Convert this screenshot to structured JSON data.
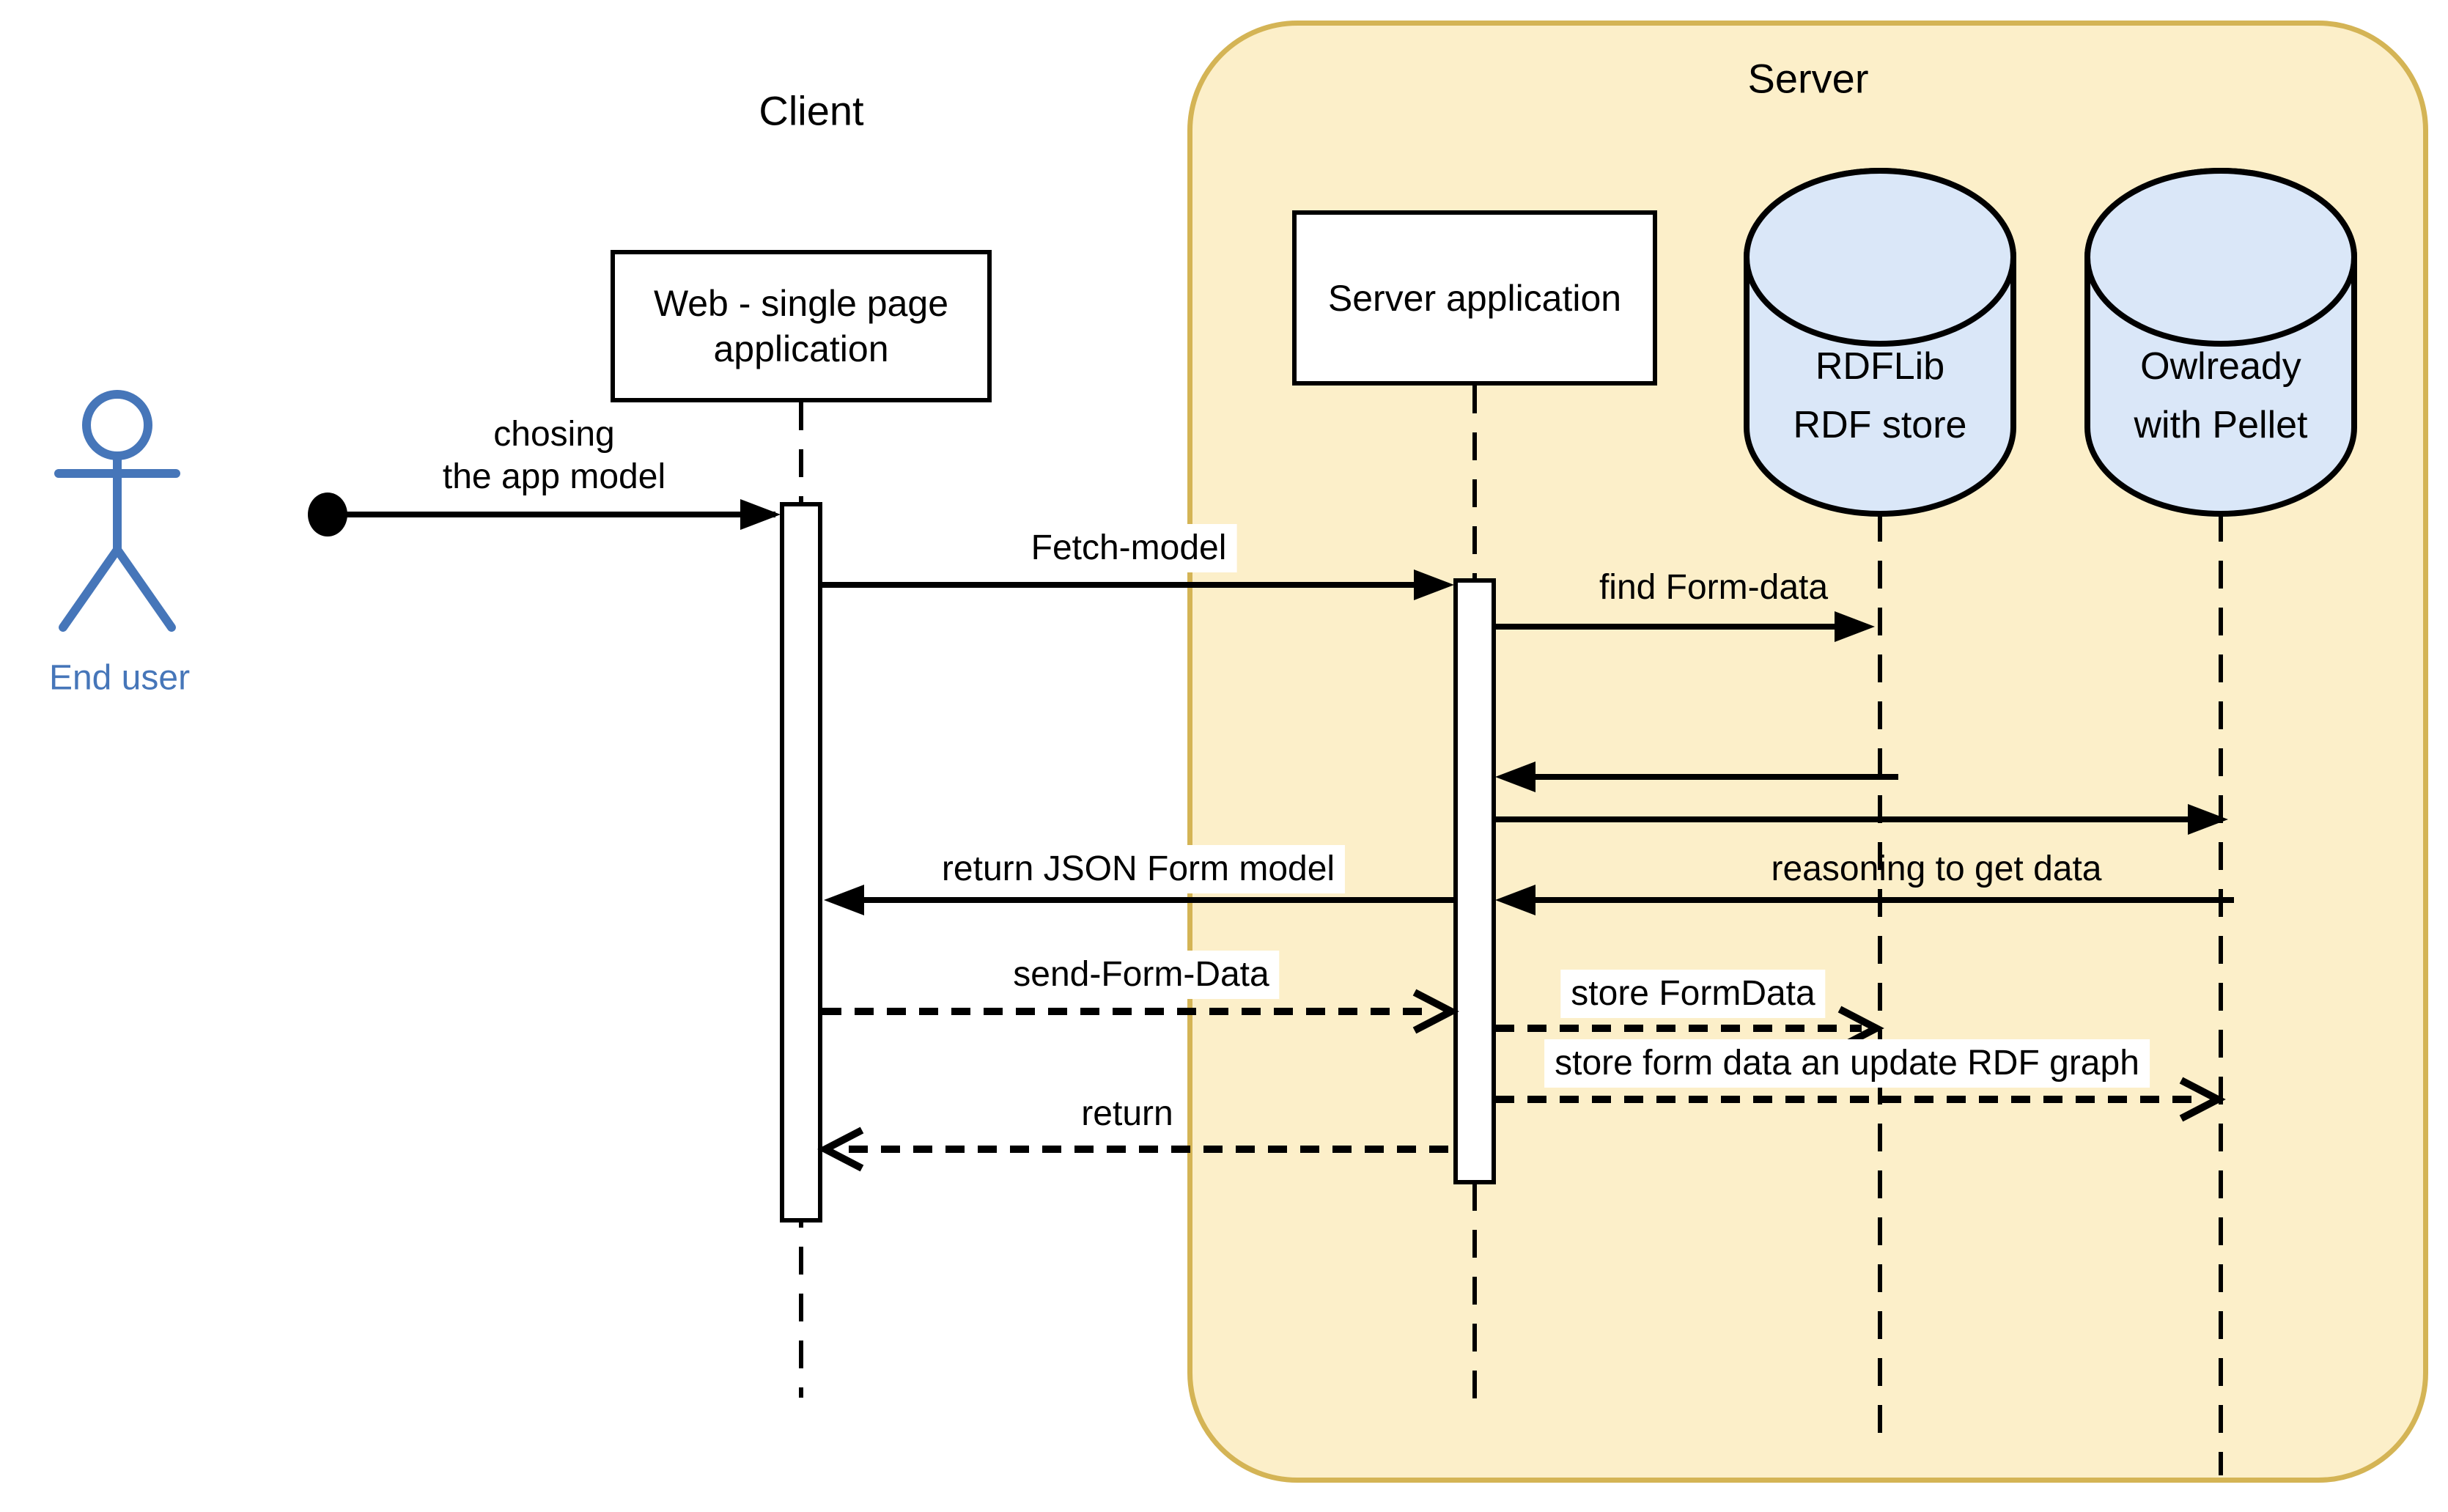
{
  "frames": {
    "client_label": "Client",
    "server_label": "Server"
  },
  "actor": {
    "label": "End user"
  },
  "participants": {
    "web_app": {
      "line1": "Web - single page",
      "line2": "application"
    },
    "server_app": {
      "label": "Server application"
    },
    "rdflib": {
      "line1": "RDFLib",
      "line2": "RDF store"
    },
    "owlready": {
      "line1": "Owlready",
      "line2": "with Pellet"
    }
  },
  "messages": {
    "chosing_line1": "chosing",
    "chosing_line2": "the app model",
    "fetch_model": "Fetch-model",
    "find_form_data": "find Form-data",
    "reasoning": "reasoning to get data",
    "return_json": "return JSON Form model",
    "send_form_data": "send-Form-Data",
    "store_formdata": "store FormData",
    "store_update": "store form data an update RDF graph",
    "return_msg": "return"
  },
  "colors": {
    "server_fill": "#FCEFC9",
    "server_border": "#D4B455",
    "datastore_fill": "#DAE7F8",
    "actor_blue": "#4676B9",
    "line_black": "#000000",
    "label_bg": "#FFFFFF"
  }
}
